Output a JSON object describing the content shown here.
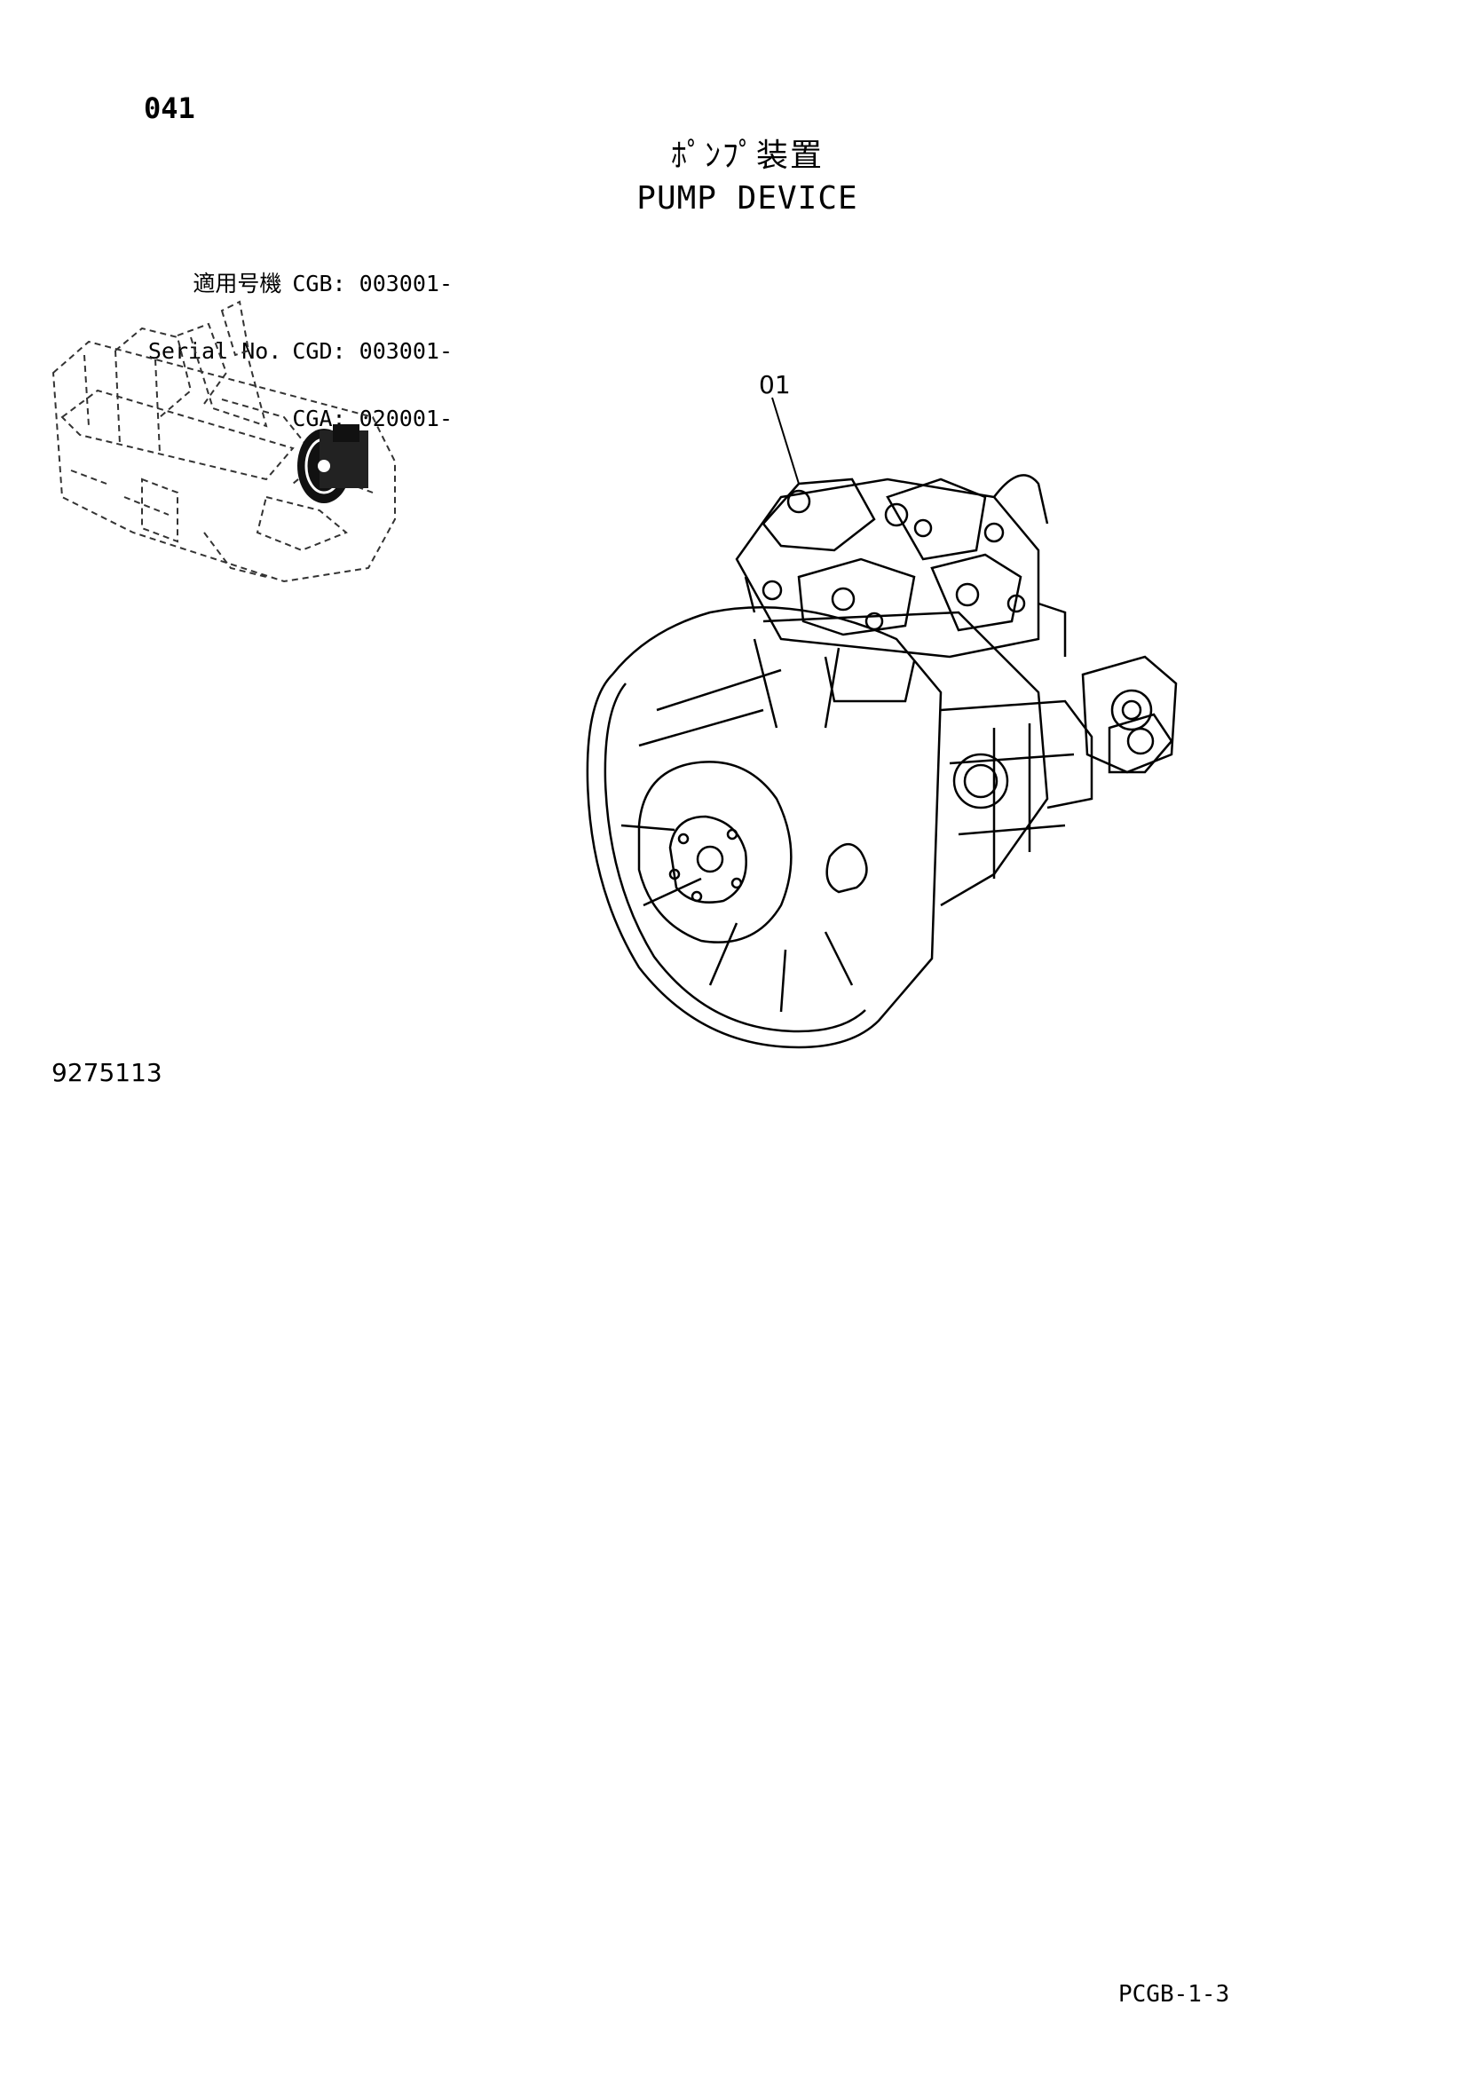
{
  "header": {
    "page_number": "041",
    "title_jp": "ﾎﾟﾝﾌﾟ装置",
    "title_en": "PUMP DEVICE"
  },
  "serial": {
    "label_jp": "適用号機",
    "label_en": "Serial No.",
    "entries": [
      {
        "model": "CGB:",
        "value": "003001-"
      },
      {
        "model": "CGD:",
        "value": "003001-"
      },
      {
        "model": "CGA:",
        "value": "020001-"
      }
    ]
  },
  "drawing": {
    "part_callout": "01",
    "drawing_number": "9275113"
  },
  "footer": {
    "page_code": "PCGB-1-3"
  }
}
